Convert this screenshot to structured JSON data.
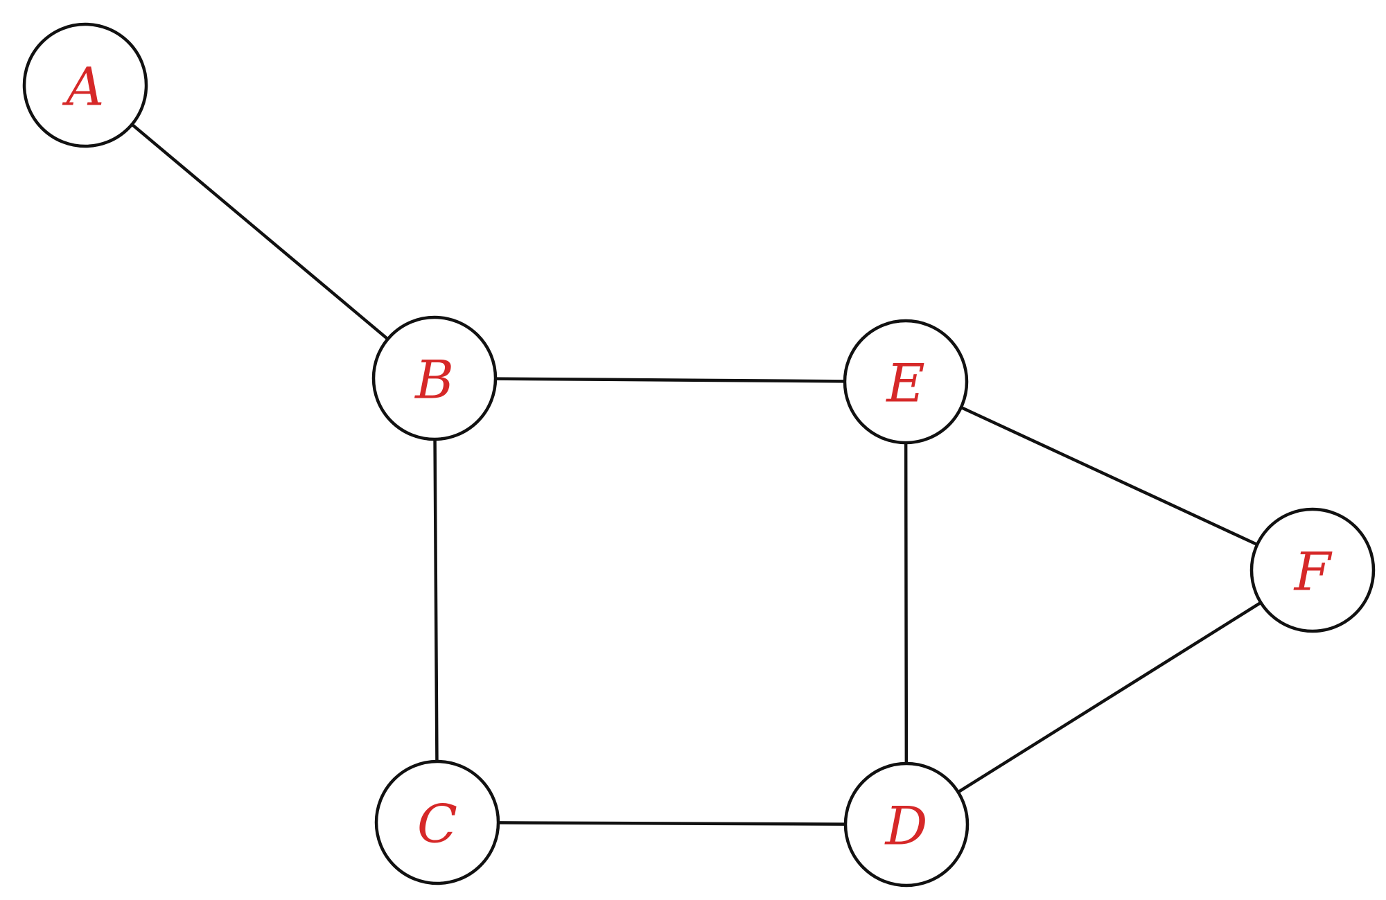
{
  "diagram": {
    "type": "undirected-graph",
    "label_color": "#d62828",
    "line_color": "#111111",
    "nodes": [
      {
        "id": "A",
        "label": "A"
      },
      {
        "id": "B",
        "label": "B"
      },
      {
        "id": "C",
        "label": "C"
      },
      {
        "id": "D",
        "label": "D"
      },
      {
        "id": "E",
        "label": "E"
      },
      {
        "id": "F",
        "label": "F"
      }
    ],
    "edges": [
      {
        "from": "A",
        "to": "B"
      },
      {
        "from": "B",
        "to": "E"
      },
      {
        "from": "B",
        "to": "C"
      },
      {
        "from": "C",
        "to": "D"
      },
      {
        "from": "E",
        "to": "D"
      },
      {
        "from": "E",
        "to": "F"
      },
      {
        "from": "D",
        "to": "F"
      }
    ]
  }
}
